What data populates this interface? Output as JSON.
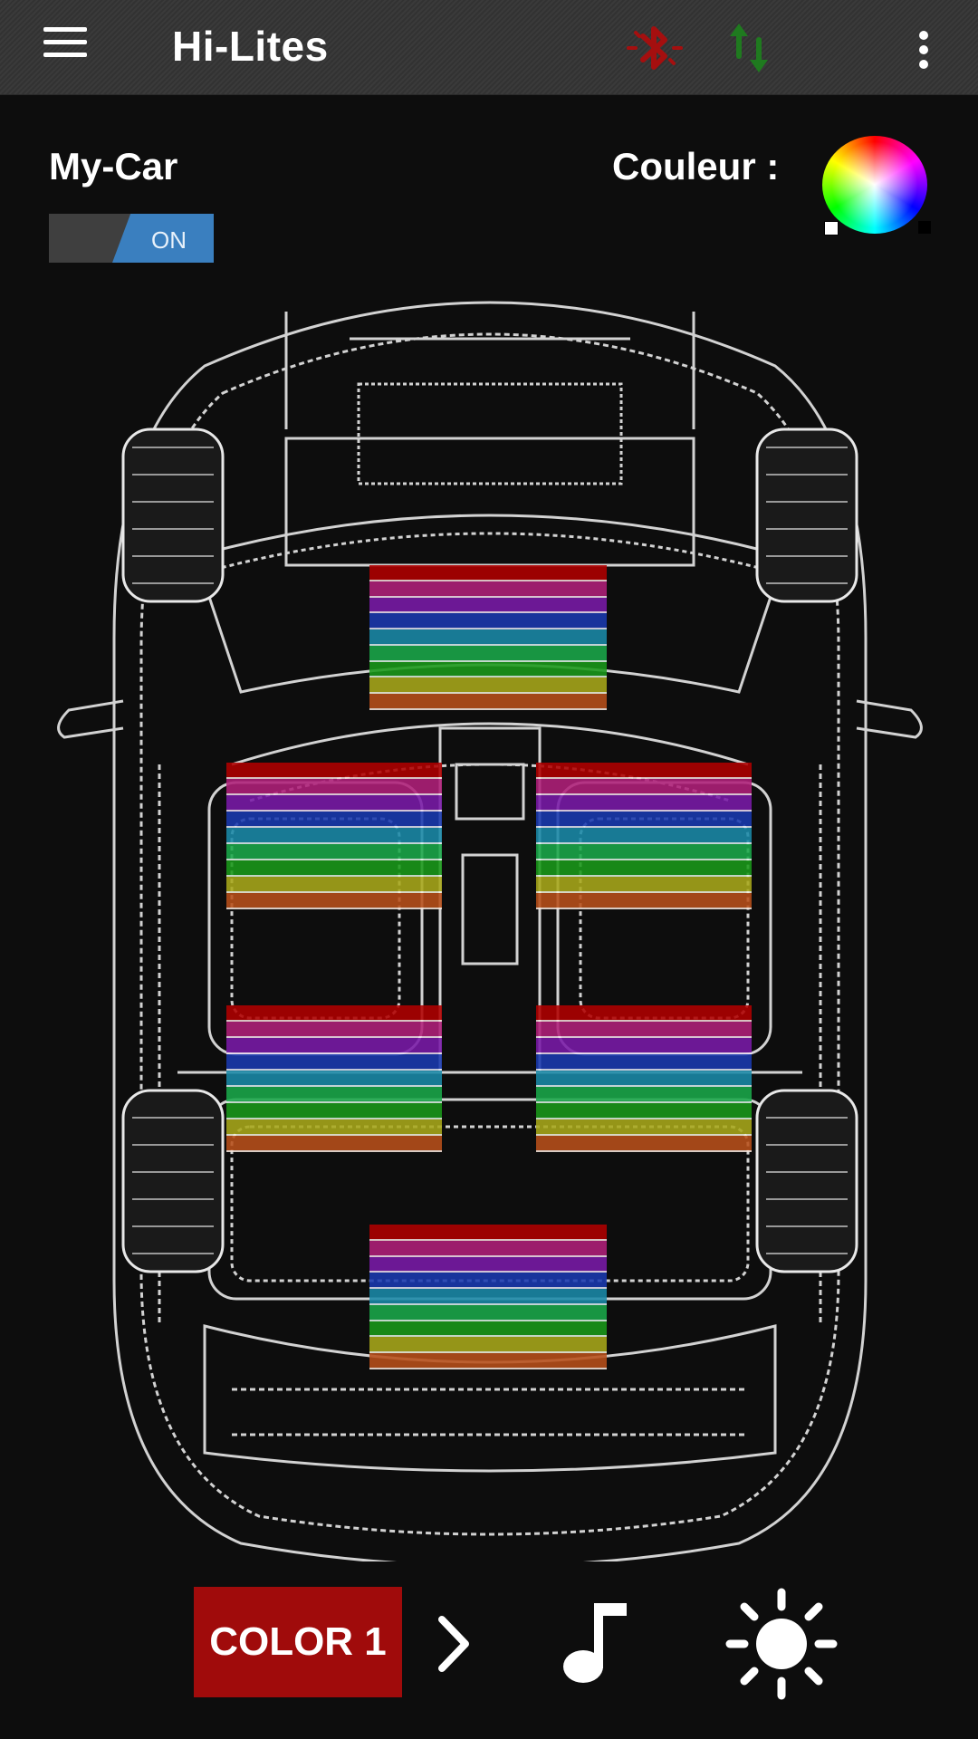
{
  "app": {
    "title": "Hi-Lites",
    "status": {
      "bluetooth_color": "#a50f0f",
      "sync_color": "#1f7a1f"
    }
  },
  "header_icons": [
    "menu-icon",
    "bluetooth-icon",
    "sync-arrows-icon",
    "more-vert-icon"
  ],
  "main": {
    "car_name": "My-Car",
    "power_toggle": {
      "state": "ON",
      "on_color": "#3a7fbf"
    },
    "color_label": "Couleur :"
  },
  "zones": {
    "names": [
      "dashboard",
      "front-left-seat",
      "front-right-seat",
      "rear-left-seat",
      "rear-right-seat",
      "trunk"
    ],
    "stripe_colors": [
      "#b00000",
      "#b0207a",
      "#7a1aa8",
      "#1a3ab0",
      "#1a8aa8",
      "#1aa84a",
      "#1a9a1a",
      "#a8a81a",
      "#b8501a"
    ]
  },
  "bottom": {
    "color_button": "COLOR 1",
    "color_button_bg": "#a00b0b",
    "icons": [
      "chevron-right-icon",
      "music-note-icon",
      "brightness-icon"
    ]
  }
}
